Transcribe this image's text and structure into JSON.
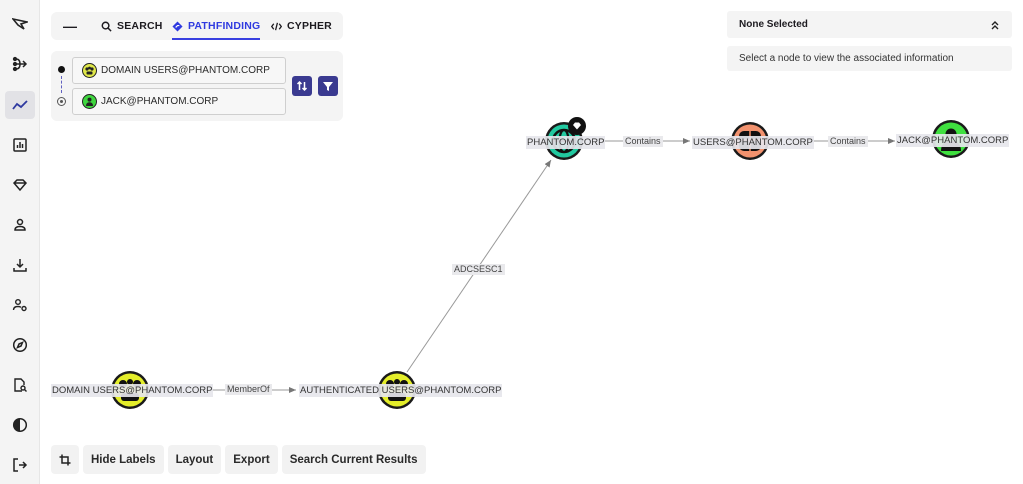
{
  "sidebar": {
    "items": [
      {
        "icon": "app-logo-icon",
        "active": false
      },
      {
        "icon": "explore-icon",
        "active": false
      },
      {
        "icon": "pathfinding-icon",
        "active": true
      },
      {
        "icon": "chart-icon",
        "active": false
      },
      {
        "icon": "gem-icon",
        "active": false
      },
      {
        "icon": "user-icon",
        "active": false
      },
      {
        "icon": "download-icon",
        "active": false
      },
      {
        "icon": "user-settings-icon",
        "active": false
      },
      {
        "icon": "compass-icon",
        "active": false
      },
      {
        "icon": "file-search-icon",
        "active": false
      },
      {
        "icon": "theme-contrast-icon",
        "active": false
      },
      {
        "icon": "logout-icon",
        "active": false
      }
    ]
  },
  "tabs": {
    "collapse_label": "—",
    "items": [
      {
        "label": "SEARCH",
        "icon": "search-icon",
        "active": false
      },
      {
        "label": "PATHFINDING",
        "icon": "pathfinding-diamond-icon",
        "active": true
      },
      {
        "label": "CYPHER",
        "icon": "code-icon",
        "active": false
      }
    ]
  },
  "pathfinding": {
    "start": {
      "value": "DOMAIN USERS@PHANTOM.CORP",
      "avatar_color": "#e0e84a"
    },
    "end": {
      "value": "JACK@PHANTOM.CORP",
      "avatar_color": "#3fd63f"
    },
    "swap_button": "swap-icon",
    "filter_button": "filter-icon",
    "accent": "#3a3a90"
  },
  "info_panel": {
    "title": "None Selected",
    "message": "Select a node to view the associated information"
  },
  "graph": {
    "nodes": [
      {
        "id": "domain_users",
        "label": "DOMAIN USERS@PHANTOM.CORP",
        "type": "group",
        "color": "#e4ee2a"
      },
      {
        "id": "auth_users",
        "label": "AUTHENTICATED USERS@PHANTOM.CORP",
        "type": "group",
        "color": "#e4ee2a"
      },
      {
        "id": "domain",
        "label": "PHANTOM.CORP",
        "type": "domain",
        "color": "#22c9a0",
        "badge": "owned-gem"
      },
      {
        "id": "users_container",
        "label": "USERS@PHANTOM.CORP",
        "type": "container",
        "color": "#f2926e"
      },
      {
        "id": "jack",
        "label": "JACK@PHANTOM.CORP",
        "type": "user",
        "color": "#3fe03f"
      }
    ],
    "edges": [
      {
        "from": "domain_users",
        "to": "auth_users",
        "label": "MemberOf"
      },
      {
        "from": "auth_users",
        "to": "domain",
        "label": "ADCSESC1"
      },
      {
        "from": "domain",
        "to": "users_container",
        "label": "Contains"
      },
      {
        "from": "users_container",
        "to": "jack",
        "label": "Contains"
      }
    ]
  },
  "bottom_bar": {
    "crop_icon": "crop-icon",
    "hide_labels": "Hide Labels",
    "layout": "Layout",
    "export": "Export",
    "search_results": "Search Current Results"
  }
}
